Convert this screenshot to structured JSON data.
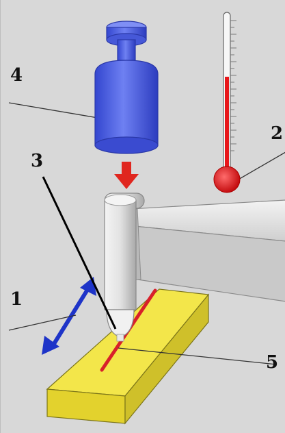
{
  "callouts": {
    "one": "1",
    "two": "2",
    "three": "3",
    "four": "4",
    "five": "5"
  },
  "colors": {
    "background": "#d8d8d8",
    "weight": "#4f62e0",
    "thermometer_bulb": "#e8161a",
    "load_arrow": "#e0261f",
    "motion_arrow": "#1e34c8",
    "specimen": "#efe13a",
    "indenter": "#dcdcdc",
    "trace": "#d8202a",
    "support_beam": "#e9e9e9"
  },
  "icons": [
    "weight-icon",
    "thermometer-icon",
    "load-arrow-icon",
    "motion-arrow-icon"
  ]
}
